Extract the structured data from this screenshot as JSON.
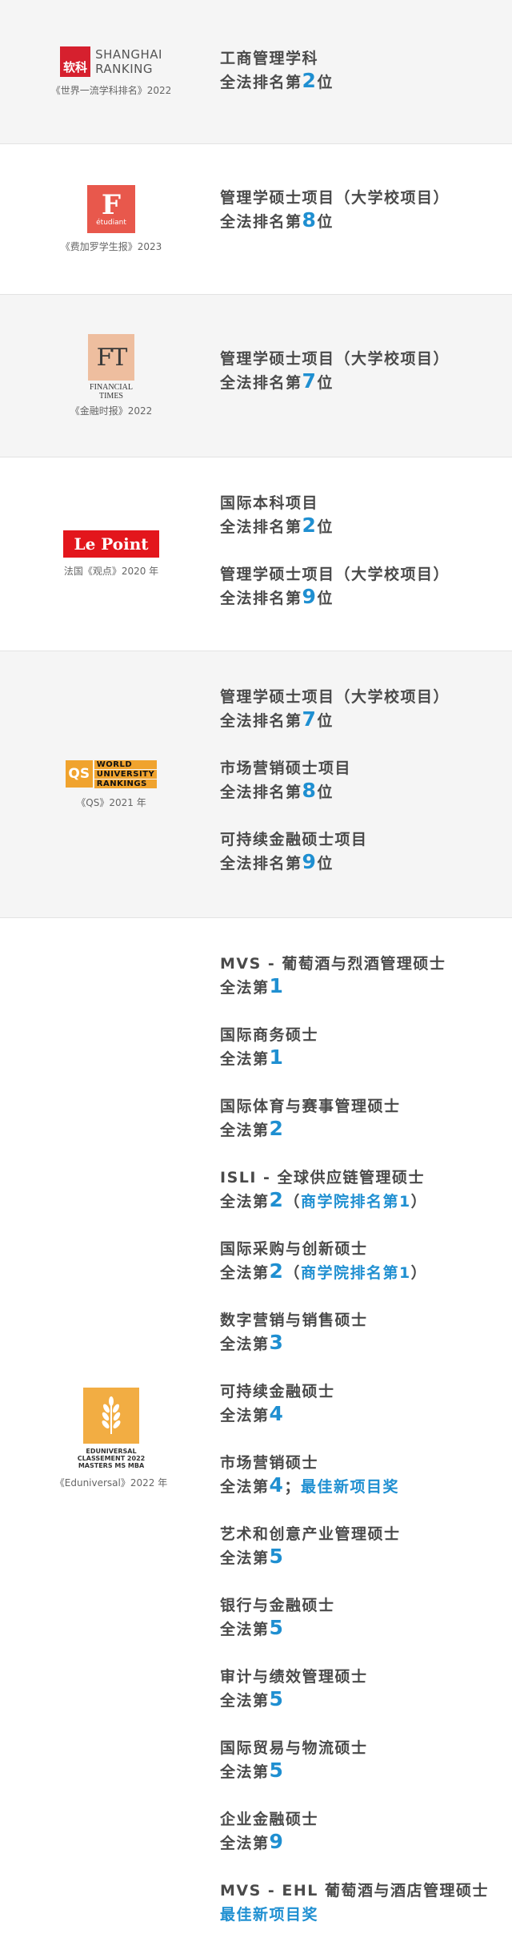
{
  "sections": [
    {
      "logo": {
        "lines": [
          "SHANGHAI",
          "RANKING"
        ],
        "mark": "软科"
      },
      "caption": "《世界一流学科排名》2022",
      "entries": [
        {
          "title": "工商管理学科",
          "rank": {
            "pre": "全法排名第",
            "num": "2",
            "post": "位"
          }
        }
      ]
    },
    {
      "logo": {
        "mark": "F",
        "sub": "étudiant"
      },
      "caption": "《费加罗学生报》2023",
      "entries": [
        {
          "title": "管理学硕士项目（大学校项目）",
          "rank": {
            "pre": "全法排名第",
            "num": "8",
            "post": "位"
          }
        }
      ]
    },
    {
      "logo": {
        "mark": "FT",
        "lines": [
          "FINANCIAL",
          "TIMES"
        ]
      },
      "caption": "《金融时报》2022",
      "entries": [
        {
          "title": "管理学硕士项目（大学校项目）",
          "rank": {
            "pre": "全法排名第",
            "num": "7",
            "post": "位"
          }
        }
      ]
    },
    {
      "logo": {
        "mark": "Le Point"
      },
      "caption": "法国《观点》2020 年",
      "entries": [
        {
          "title": "国际本科项目",
          "rank": {
            "pre": "全法排名第",
            "num": "2",
            "post": "位"
          }
        },
        {
          "title": "管理学硕士项目（大学校项目）",
          "rank": {
            "pre": "全法排名第",
            "num": "9",
            "post": "位"
          }
        }
      ]
    },
    {
      "logo": {
        "mark": "QS",
        "lines": [
          "WORLD",
          "UNIVERSITY",
          "RANKINGS"
        ]
      },
      "caption": "《QS》2021 年",
      "entries": [
        {
          "title": "管理学硕士项目（大学校项目）",
          "rank": {
            "pre": "全法排名第",
            "num": "7",
            "post": "位"
          }
        },
        {
          "title": "市场营销硕士项目",
          "rank": {
            "pre": "全法排名第",
            "num": "8",
            "post": "位"
          }
        },
        {
          "title": "可持续金融硕士项目",
          "rank": {
            "pre": "全法排名第",
            "num": "9",
            "post": "位"
          }
        }
      ]
    },
    {
      "logo": {
        "lines": [
          "EDUNIVERSAL",
          "CLASSEMENT 2022",
          "MASTERS MS MBA"
        ]
      },
      "caption": "《Eduniversal》2022 年",
      "entries": [
        {
          "title": "MVS - 葡萄酒与烈酒管理硕士",
          "rank": {
            "pre": "全法第",
            "num": "1",
            "post": "",
            "extra": ""
          }
        },
        {
          "title": "国际商务硕士",
          "rank": {
            "pre": "全法第",
            "num": "1",
            "post": "",
            "extra": ""
          }
        },
        {
          "title": "国际体育与赛事管理硕士",
          "rank": {
            "pre": "全法第",
            "num": "2",
            "post": "",
            "extra": ""
          }
        },
        {
          "title": "ISLI - 全球供应链管理硕士",
          "rank": {
            "pre": "全法第",
            "num": "2",
            "post": "（",
            "extra": "商学院排名第1",
            "close": "）"
          }
        },
        {
          "title": "国际采购与创新硕士",
          "rank": {
            "pre": "全法第",
            "num": "2",
            "post": "（",
            "extra": "商学院排名第1",
            "close": "）"
          }
        },
        {
          "title": "数字营销与销售硕士",
          "rank": {
            "pre": "全法第",
            "num": "3",
            "post": "",
            "extra": ""
          }
        },
        {
          "title": "可持续金融硕士",
          "rank": {
            "pre": "全法第",
            "num": "4",
            "post": "",
            "extra": ""
          }
        },
        {
          "title": "市场营销硕士",
          "rank": {
            "pre": "全法第",
            "num": "4",
            "post": "；",
            "extra": "最佳新项目奖"
          }
        },
        {
          "title": "艺术和创意产业管理硕士",
          "rank": {
            "pre": "全法第",
            "num": "5",
            "post": "",
            "extra": ""
          }
        },
        {
          "title": "银行与金融硕士",
          "rank": {
            "pre": "全法第",
            "num": "5",
            "post": "",
            "extra": ""
          }
        },
        {
          "title": "审计与绩效管理硕士",
          "rank": {
            "pre": "全法第",
            "num": "5",
            "post": "",
            "extra": ""
          }
        },
        {
          "title": "国际贸易与物流硕士",
          "rank": {
            "pre": "全法第",
            "num": "5",
            "post": "",
            "extra": ""
          }
        },
        {
          "title": "企业金融硕士",
          "rank": {
            "pre": "全法第",
            "num": "9",
            "post": "",
            "extra": ""
          }
        },
        {
          "title": "MVS - EHL 葡萄酒与酒店管理硕士",
          "rank": {
            "pre": "",
            "num": "",
            "post": "",
            "extra": "最佳新项目奖"
          }
        }
      ]
    }
  ],
  "colors": {
    "accent": "#1f8fd1",
    "text": "#4a4a4a",
    "band": "#f5f5f5"
  }
}
